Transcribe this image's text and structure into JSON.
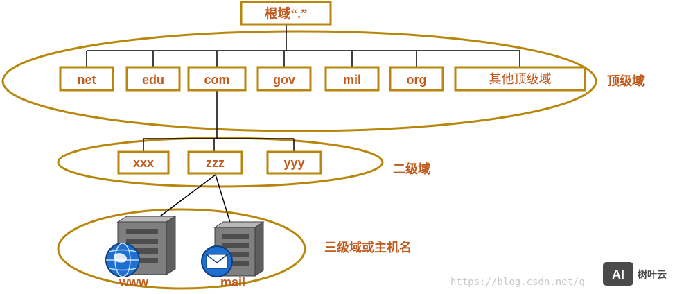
{
  "colors": {
    "accent": "#c05b1e",
    "ring": "#b8860b",
    "connector": "#000000",
    "server_body": "#7f7f7f",
    "globe": "#1f6fd1",
    "envelope": "#1f6fd1"
  },
  "root": {
    "label": "根域“.”"
  },
  "top_level": {
    "tier_label": "顶级域",
    "nodes": [
      "net",
      "edu",
      "com",
      "gov",
      "mil",
      "org",
      "其他顶级域"
    ]
  },
  "second_level": {
    "tier_label": "二级域",
    "nodes": [
      "xxx",
      "zzz",
      "yyy"
    ]
  },
  "host_level": {
    "tier_label": "三级域或主机名",
    "hosts": [
      {
        "label": "www",
        "icon": "globe-icon"
      },
      {
        "label": "mail",
        "icon": "envelope-icon"
      }
    ]
  },
  "watermark": {
    "url": "https://blog.csdn.net/q",
    "brand": "树叶云",
    "brand_mark": "AI"
  }
}
